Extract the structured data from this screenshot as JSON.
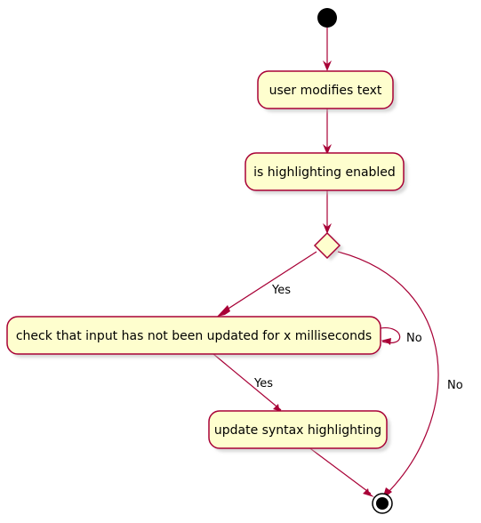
{
  "nodes": {
    "user_modifies": {
      "label": "user modifies text"
    },
    "is_highlighting": {
      "label": "is highlighting enabled"
    },
    "check_input": {
      "label": "check that input has not been updated for x milliseconds"
    },
    "update_syntax": {
      "label": "update syntax highlighting"
    }
  },
  "edges": {
    "decision_yes": "Yes",
    "decision_no": "No",
    "loop_no": "No",
    "check_yes": "Yes"
  },
  "colors": {
    "node_fill": "#FEFECE",
    "node_border": "#A80036",
    "edge": "#A80036",
    "start": "#000000"
  }
}
